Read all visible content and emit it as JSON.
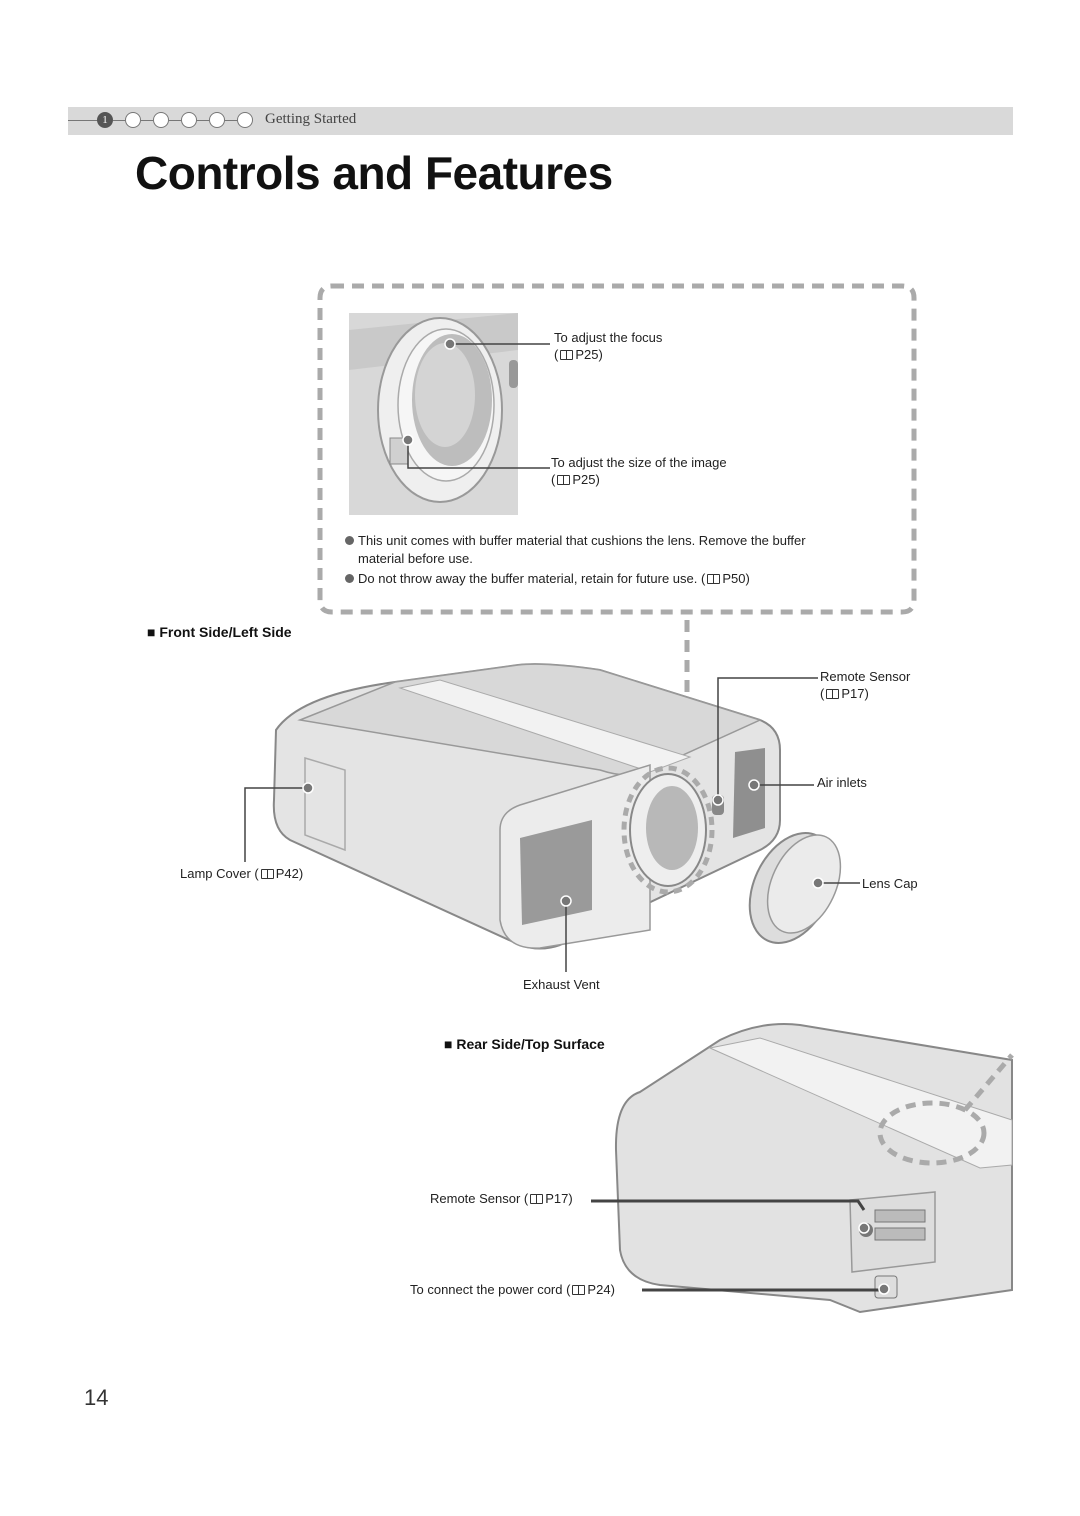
{
  "header": {
    "chapter_number": "1",
    "section_name": "Getting Started"
  },
  "page_title": "Controls and Features",
  "lens_inset": {
    "focus_label": "To adjust the focus",
    "focus_ref": "P25",
    "zoom_label": "To adjust the size of the image",
    "zoom_ref": "P25",
    "notes": [
      {
        "text_line1": "This unit comes with buffer material that cushions the lens. Remove the buffer",
        "text_line2": "material before use."
      },
      {
        "text_line1": "Do not throw away the buffer material, retain for future use. (",
        "ref": "P50",
        "suffix": ")"
      }
    ]
  },
  "front_side": {
    "heading": "Front Side/Left Side",
    "remote_sensor_label": "Remote Sensor",
    "remote_sensor_ref": "P17",
    "air_inlets_label": "Air inlets",
    "lamp_cover_label": "Lamp Cover (",
    "lamp_cover_ref": "P42",
    "lens_cap_label": "Lens Cap",
    "exhaust_vent_label": "Exhaust Vent"
  },
  "rear_side": {
    "heading": "Rear Side/Top Surface",
    "remote_sensor_label": "Remote Sensor (",
    "remote_sensor_ref": "P17",
    "power_cord_label": "To connect the power cord (",
    "power_cord_ref": "P24"
  },
  "page_number": "14"
}
